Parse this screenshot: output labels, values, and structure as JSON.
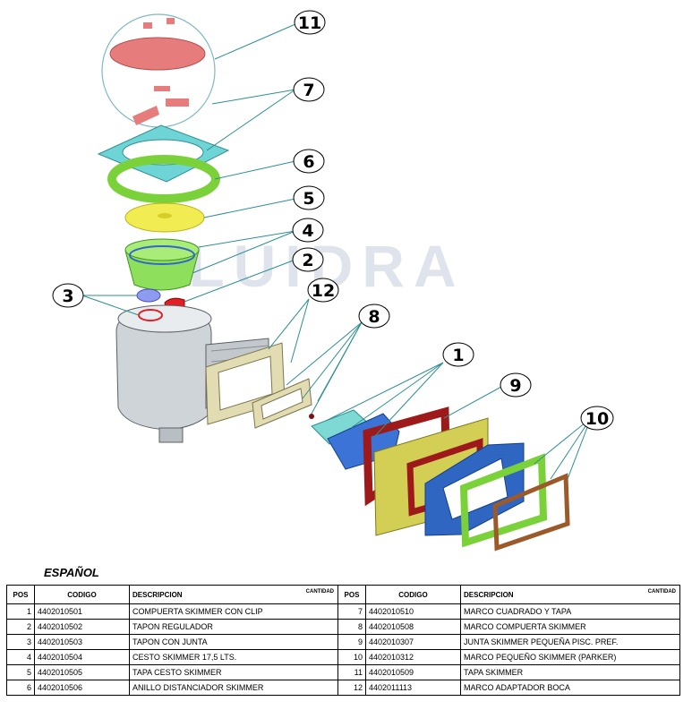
{
  "watermark": "FLUIDRA",
  "callouts": [
    "1",
    "2",
    "3",
    "4",
    "5",
    "6",
    "7",
    "8",
    "9",
    "10",
    "11",
    "12"
  ],
  "language_heading": "ESPAÑOL",
  "table": {
    "headers": {
      "pos": "POS",
      "codigo": "CODIGO",
      "descripcion": "DESCRIPCION",
      "cantidad": "CANTIDAD"
    },
    "left_rows": [
      {
        "pos": "1",
        "codigo": "4402010501",
        "descripcion": "COMPUERTA SKIMMER CON CLIP"
      },
      {
        "pos": "2",
        "codigo": "4402010502",
        "descripcion": "TAPON REGULADOR"
      },
      {
        "pos": "3",
        "codigo": "4402010503",
        "descripcion": "TAPON CON JUNTA"
      },
      {
        "pos": "4",
        "codigo": "4402010504",
        "descripcion": "CESTO SKIMMER 17,5 LTS."
      },
      {
        "pos": "5",
        "codigo": "4402010505",
        "descripcion": "TAPA CESTO SKIMMER"
      },
      {
        "pos": "6",
        "codigo": "4402010506",
        "descripcion": "ANILLO DISTANCIADOR SKIMMER"
      }
    ],
    "right_rows": [
      {
        "pos": "7",
        "codigo": "4402010510",
        "descripcion": "MARCO CUADRADO Y TAPA"
      },
      {
        "pos": "8",
        "codigo": "4402010508",
        "descripcion": "MARCO COMPUERTA SKIMMER"
      },
      {
        "pos": "9",
        "codigo": "4402010307",
        "descripcion": "JUNTA SKIMMER PEQUEÑA PISC. PREF."
      },
      {
        "pos": "10",
        "codigo": "4402010312",
        "descripcion": "MARCO PEQUEÑO SKIMMER (PARKER)"
      },
      {
        "pos": "11",
        "codigo": "4402010509",
        "descripcion": "TAPA SKIMMER"
      },
      {
        "pos": "12",
        "codigo": "4402011113",
        "descripcion": "MARCO ADAPTADOR BOCA"
      }
    ]
  }
}
